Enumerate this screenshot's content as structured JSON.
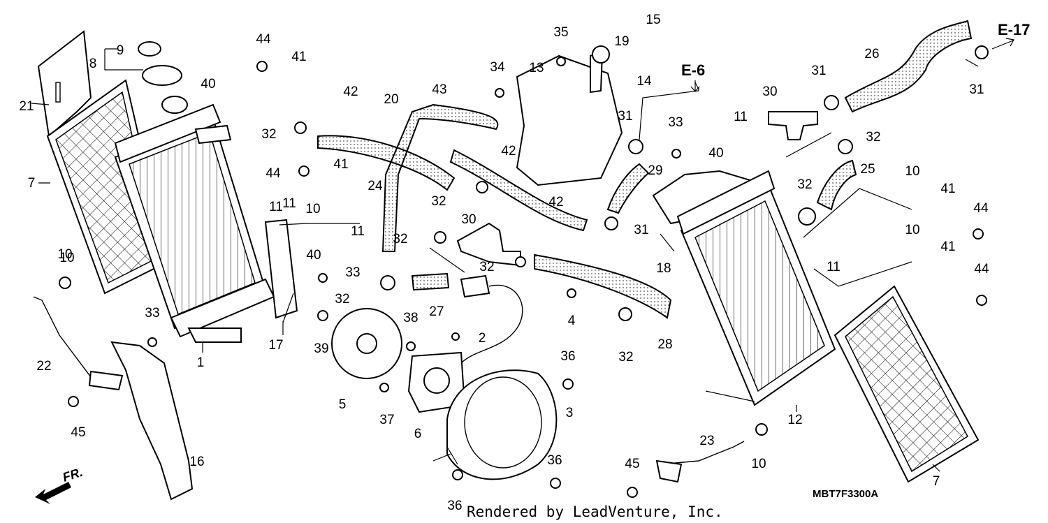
{
  "diagram": {
    "part_code": "MBT7F3300A",
    "credit": "Rendered by LeadVenture, Inc.",
    "front_label": "FR.",
    "references": [
      "E-6",
      "E-17"
    ],
    "callouts": [
      "1",
      "2",
      "3",
      "4",
      "5",
      "6",
      "7",
      "7",
      "8",
      "9",
      "10",
      "10",
      "10",
      "10",
      "10",
      "10",
      "11",
      "11",
      "11",
      "11",
      "11",
      "12",
      "13",
      "14",
      "15",
      "16",
      "17",
      "18",
      "19",
      "20",
      "21",
      "22",
      "23",
      "24",
      "25",
      "26",
      "27",
      "28",
      "29",
      "30",
      "30",
      "31",
      "31",
      "31",
      "31",
      "32",
      "32",
      "32",
      "32",
      "32",
      "32",
      "32",
      "32",
      "33",
      "33",
      "33",
      "34",
      "35",
      "36",
      "36",
      "36",
      "37",
      "38",
      "39",
      "40",
      "40",
      "40",
      "41",
      "41",
      "41",
      "41",
      "42",
      "42",
      "42",
      "43",
      "44",
      "44",
      "44",
      "44",
      "45",
      "45"
    ]
  }
}
